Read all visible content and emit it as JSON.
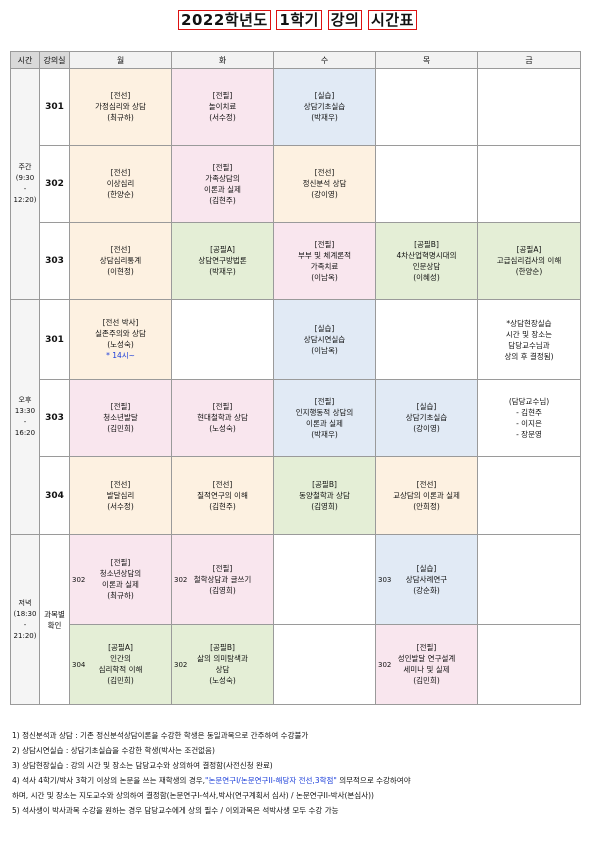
{
  "title": {
    "year": "2022학년도",
    "semester": "1학기",
    "w1": "강의",
    "w2": "시간표"
  },
  "header": {
    "period": "시간",
    "room": "강의실",
    "days": [
      "월",
      "화",
      "수",
      "목",
      "금"
    ]
  },
  "periods": [
    {
      "label": "주간",
      "time": "(9:30",
      "dash": "-",
      "end": "12:20)"
    },
    {
      "label": "오후",
      "time": "13:30",
      "dash": "-",
      "end": "16:20"
    },
    {
      "label": "저녁",
      "time": "(18:30",
      "dash": "-",
      "end": "21:20)"
    }
  ],
  "rows": {
    "r1": {
      "room": "301",
      "mon": {
        "cat": "[전선]",
        "name": "가정심리와 상담",
        "prof": "(최규하)"
      },
      "tue": {
        "cat": "[전필]",
        "name": "놀이치료",
        "prof": "(서수정)"
      },
      "wed": {
        "cat": "[실습]",
        "name": "상담기초실습",
        "prof": "(박재우)"
      }
    },
    "r2": {
      "room": "302",
      "mon": {
        "cat": "[전선]",
        "name": "이상심리",
        "prof": "(한양순)"
      },
      "tue": {
        "cat": "[전필]",
        "name": "가족상담의",
        "name2": "이론과 실제",
        "prof": "(김현주)"
      },
      "wed": {
        "cat": "[전선]",
        "name": "정신분석 상담",
        "prof": "(강이영)"
      }
    },
    "r3": {
      "room": "303",
      "mon": {
        "cat": "[전선]",
        "name": "상담심리통계",
        "prof": "(이현정)"
      },
      "tue": {
        "cat": "[공필A]",
        "name": "상담연구방법론",
        "prof": "(박재우)"
      },
      "wed": {
        "cat": "[전필]",
        "name": "부부 및 체계론적",
        "name2": "가족치료",
        "prof": "(이남옥)"
      },
      "thu": {
        "cat": "[공필B]",
        "name": "4차산업혁명시대의",
        "name2": "인문상담",
        "prof": "(이혜성)"
      },
      "fri": {
        "cat": "[공필A]",
        "name": "고급심리검사의 이해",
        "prof": "(한양순)"
      }
    },
    "r4": {
      "room": "301",
      "mon": {
        "cat": "[전선 박사]",
        "name": "실존주의와 상담",
        "prof": "(노성숙)",
        "note": "* 14시~"
      },
      "wed": {
        "cat": "[실습]",
        "name": "상담시연실습",
        "prof": "(이남옥)"
      },
      "fri": {
        "line1": "*상담현장실습",
        "line2": "시간 및 장소는",
        "line3": "담당교수님과",
        "line4": "상의 후 결정됨)"
      }
    },
    "r5": {
      "room": "303",
      "mon": {
        "cat": "[전필]",
        "name": "청소년발달",
        "prof": "(김민희)"
      },
      "tue": {
        "cat": "[전필]",
        "name": "현대철학과 상담",
        "prof": "(노성숙)"
      },
      "wed": {
        "cat": "[전필]",
        "name": "인지행동적 상담의",
        "name2": "이론과 실제",
        "prof": "(박재우)"
      },
      "thu": {
        "cat": "[실습]",
        "name": "상담기초실습",
        "prof": "(강이영)"
      },
      "fri": {
        "head": "(담당교수님)",
        "p1": "- 김현주",
        "p2": "- 이지은",
        "p3": "- 장문영"
      }
    },
    "r6": {
      "room": "304",
      "mon": {
        "cat": "[전선]",
        "name": "발달심리",
        "prof": "(서수정)"
      },
      "tue": {
        "cat": "[전선]",
        "name": "질적연구의 이해",
        "prof": "(김현주)"
      },
      "wed": {
        "cat": "[공필B]",
        "name": "동양철학과 상담",
        "prof": "(김영희)"
      },
      "thu": {
        "cat": "[전선]",
        "name": "교상담의 이론과 실제",
        "prof": "(안희정)"
      }
    },
    "r7": {
      "room": "",
      "mon_room": "302",
      "mon": {
        "cat": "[전필]",
        "name": "청소년상담의",
        "name2": "이론과 실제",
        "prof": "(최규하)"
      },
      "tue_room": "302",
      "tue": {
        "cat": "[전필]",
        "name": "철학상담과 글쓰기",
        "prof": "(김영희)"
      },
      "thu_room": "303",
      "thu": {
        "cat": "[실습]",
        "name": "상담사례연구",
        "prof": "(강순화)"
      }
    },
    "r8": {
      "room": "",
      "mon_room": "304",
      "mon": {
        "cat": "[공필A]",
        "name": "인간의",
        "name2": "심리학적 이해",
        "prof": "(김민희)"
      },
      "tue_room": "302",
      "tue": {
        "cat": "[공필B]",
        "name": "삶의 의미탐색과",
        "name2": "상담",
        "prof": "(노성숙)"
      },
      "thu_room": "302",
      "thu": {
        "cat": "[전필]",
        "name": "성인발달 연구설계",
        "name2": "세미나 및 실제",
        "prof": "(김민희)"
      }
    }
  },
  "evening_room": {
    "l1": "과목별",
    "l2": "확인"
  },
  "notes": [
    "1) 정신분석과 상담 : 기존 정신분석상담이론을 수강한 학생은 동일과목으로 간주하여 수강불가",
    "2) 상담시연실습 : 상담기초실습을 수강한 학생(박사는 조건없음)",
    "3) 상담현장실습 : 강의 시간 및 장소는 담당교수와 상의하여 결정함(사전신청 완료)",
    "4) 석사 4학기/박사 3학기 이상의 논문을 쓰는 재학생의 경우,",
    "\"논문연구I/논문연구II-해당자 전선,3학점\"",
    " 의무적으로 수강하여야",
    "   하며, 시간 및 장소는 지도교수와 상의하여 결정함(논문연구I-석사,박사(연구계획서 심사) / 논문연구II-박사(본심사))",
    "5) 석사생이 박사과목 수강을 원하는 경우 담당교수에게 상의 필수 / 이외과목은 석박사생 모두 수강 가능"
  ]
}
